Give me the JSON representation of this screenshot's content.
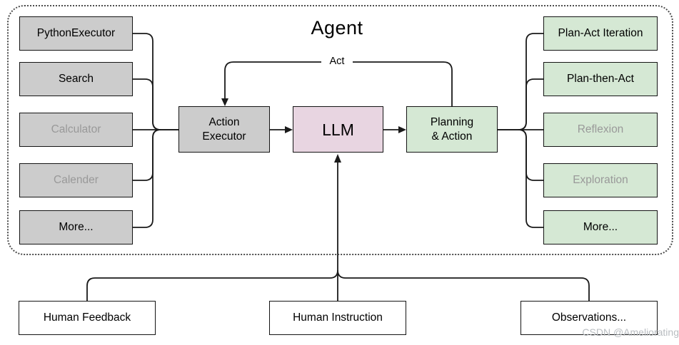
{
  "diagram": {
    "title": "Agent",
    "act_label": "Act",
    "watermark": "CSDN @Ameliorating",
    "tools": [
      {
        "label": "PythonExecutor",
        "muted": false
      },
      {
        "label": "Search",
        "muted": false
      },
      {
        "label": "Calculator",
        "muted": true
      },
      {
        "label": "Calender",
        "muted": true
      },
      {
        "label": "More...",
        "muted": false
      }
    ],
    "core": [
      {
        "id": "action-executor",
        "label": "Action\nExecutor",
        "fill": "#cccccc"
      },
      {
        "id": "llm",
        "label": "LLM",
        "fill": "#e8d5e1"
      },
      {
        "id": "planning-action",
        "label": "Planning\n& Action",
        "fill": "#d5e8d4"
      }
    ],
    "strategies": [
      {
        "label": "Plan-Act Iteration",
        "muted": false
      },
      {
        "label": "Plan-then-Act",
        "muted": false
      },
      {
        "label": "Reflexion",
        "muted": true
      },
      {
        "label": "Exploration",
        "muted": true
      },
      {
        "label": "More...",
        "muted": false
      }
    ],
    "inputs": [
      {
        "label": "Human Feedback"
      },
      {
        "label": "Human Instruction"
      },
      {
        "label": "Observations..."
      }
    ],
    "colors": {
      "tool_fill": "#cccccc",
      "strategy_fill": "#d5e8d4",
      "llm_fill": "#e8d5e1",
      "muted_text": "#999999",
      "line": "#1a1a1a",
      "boundary_dots": "#4d4d4d",
      "watermark": "#b9bdc1"
    }
  }
}
